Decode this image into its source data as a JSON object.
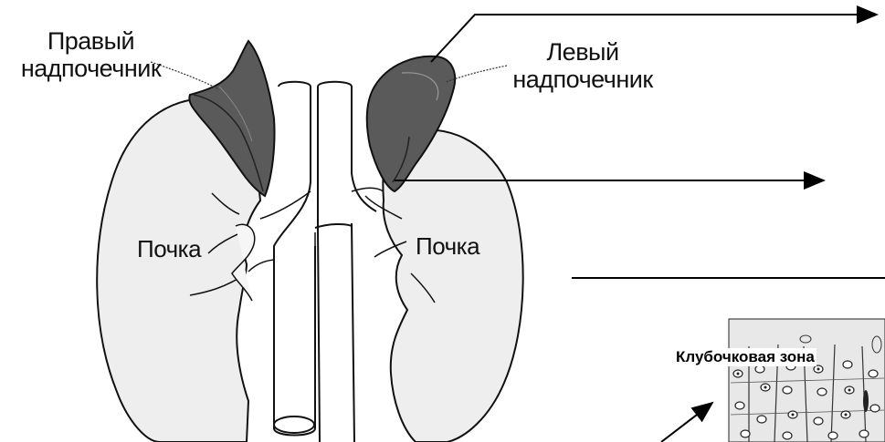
{
  "labels": {
    "right_adrenal_line1": "Правый",
    "right_adrenal_line2": "надпочечник",
    "left_adrenal_line1": "Левый",
    "left_adrenal_line2": "надпочечник",
    "kidney_right": "Почка",
    "kidney_left": "Почка",
    "histology_zone": "Клубочковая зона"
  },
  "colors": {
    "kidney_fill": "#eeeeee",
    "outline": "#111111",
    "adrenal_fill": "#5a5a5a",
    "histology_bg": "#e8e8e8"
  }
}
